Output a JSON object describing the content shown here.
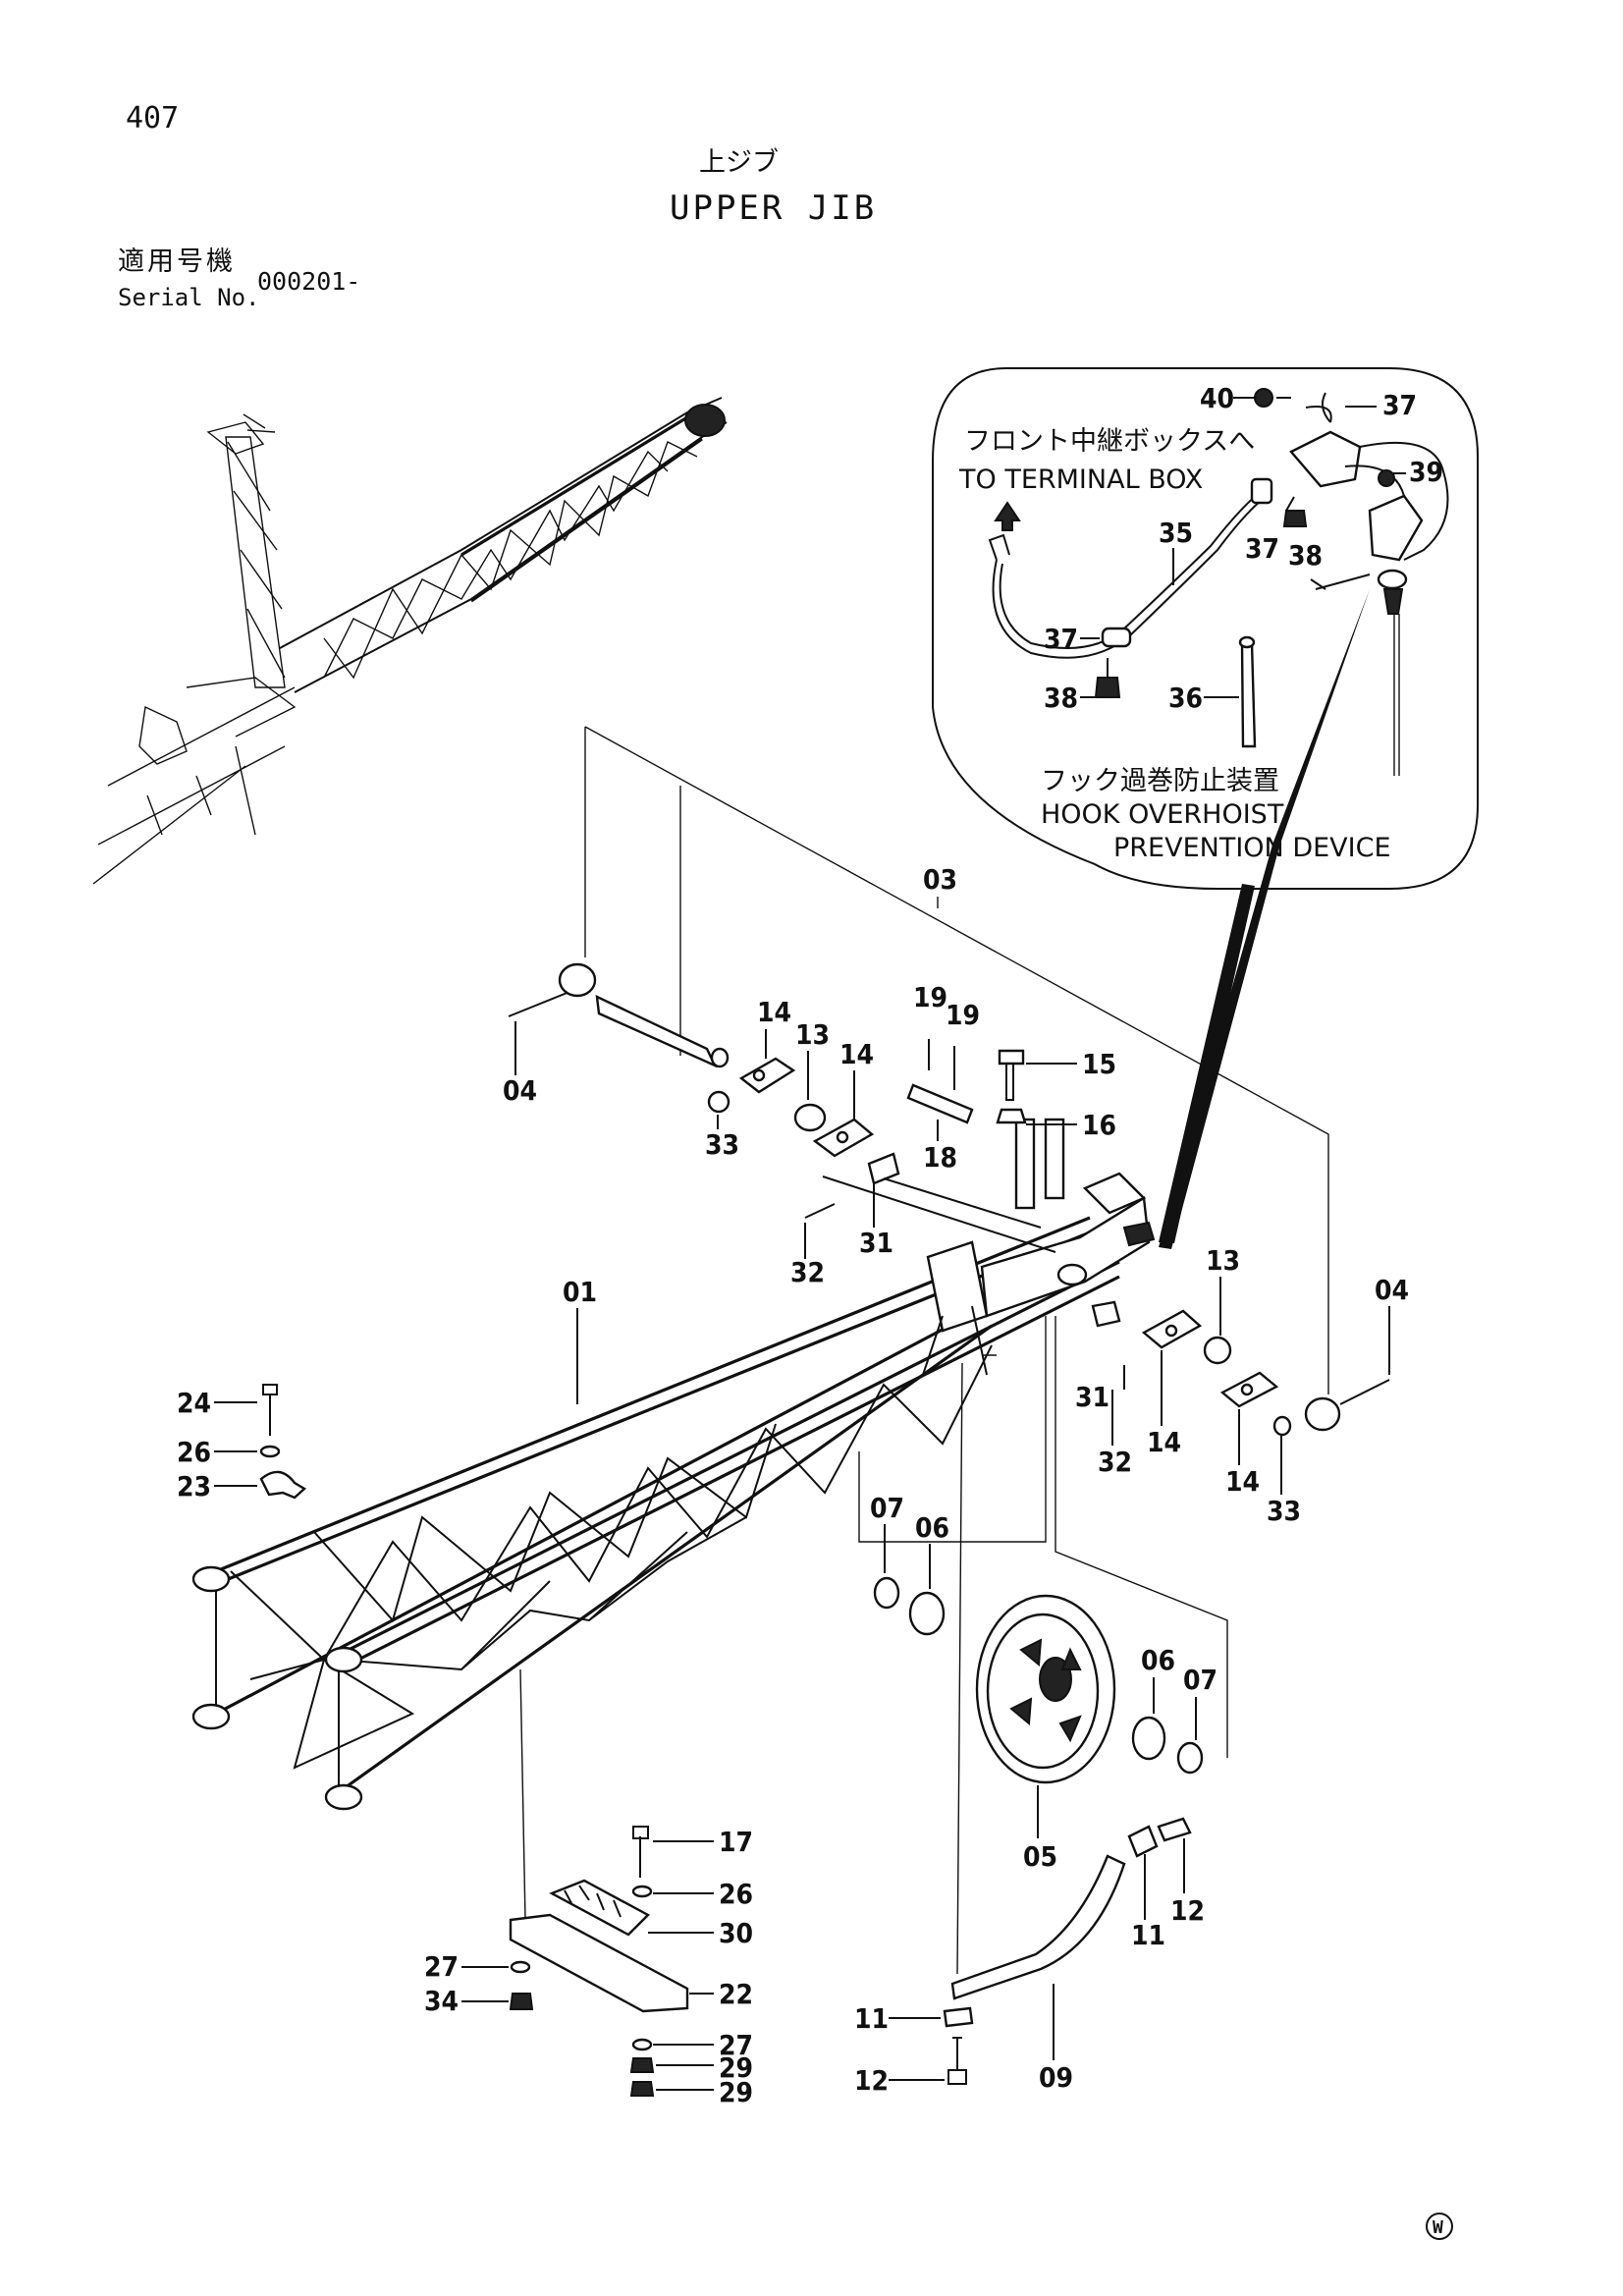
{
  "header": {
    "page_number": "407",
    "title_jp": "上ジブ",
    "title_en": "UPPER JIB",
    "serial_label_jp": "適用号機",
    "serial_label_en": "Serial No.",
    "serial_value": "000201-"
  },
  "inset": {
    "note_to_terminal_jp": "フロント中継ボックスへ",
    "note_to_terminal_en": "TO TERMINAL BOX",
    "note_device_jp": "フック過巻防止装置",
    "note_device_en_1": "HOOK OVERHOIST",
    "note_device_en_2": "PREVENTION DEVICE",
    "callouts": {
      "c40": "40",
      "c37a": "37",
      "c39": "39",
      "c35": "35",
      "c37b": "37",
      "c38a": "38",
      "c37c": "37",
      "c38b": "38",
      "c36": "36"
    }
  },
  "callouts": {
    "c03": "03",
    "c04a": "04",
    "c04b": "04",
    "c14a": "14",
    "c13a": "13",
    "c14b": "14",
    "c19a": "19",
    "c19b": "19",
    "c15": "15",
    "c16": "16",
    "c18": "18",
    "c33a": "33",
    "c31a": "31",
    "c32a": "32",
    "c01": "01",
    "c13b": "13",
    "c31b": "31",
    "c14c": "14",
    "c32b": "32",
    "c14d": "14",
    "c33b": "33",
    "c24": "24",
    "c26a": "26",
    "c23": "23",
    "c07a": "07",
    "c06a": "06",
    "c06b": "06",
    "c07b": "07",
    "c05": "05",
    "c17": "17",
    "c26b": "26",
    "c30": "30",
    "c27a": "27",
    "c22": "22",
    "c34": "34",
    "c27b": "27",
    "c29a": "29",
    "c29b": "29",
    "c12a": "12",
    "c11a": "11",
    "c11b": "11",
    "c12b": "12",
    "c09": "09"
  },
  "footer": {
    "mark": "W"
  }
}
